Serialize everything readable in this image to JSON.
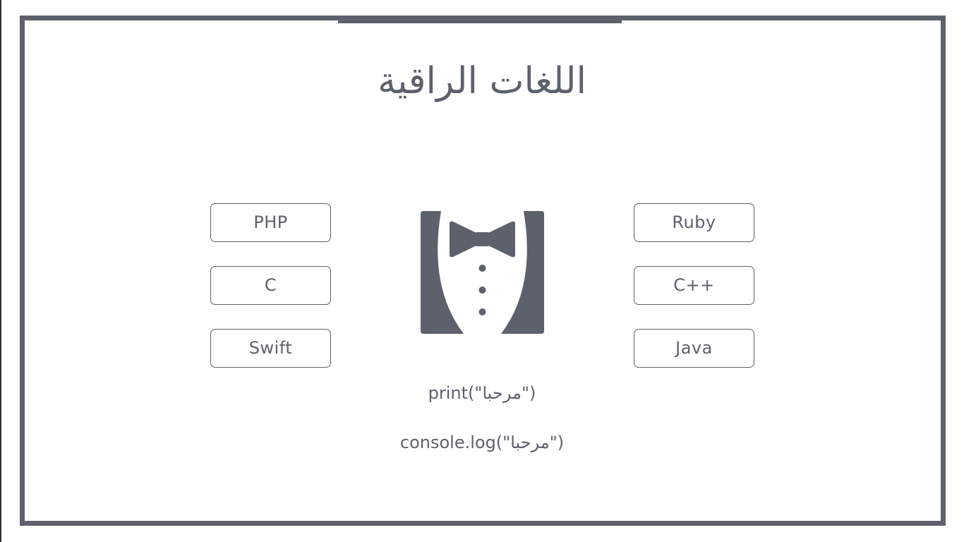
{
  "slide": {
    "title": "اللغات الراقية"
  },
  "languages": {
    "left": [
      "PHP",
      "C",
      "Swift"
    ],
    "right": [
      "Ruby",
      "C++",
      "Java"
    ]
  },
  "code_samples": {
    "print": "print(\"مرحبا\")",
    "console": "console.log(\"مرحبا\")"
  },
  "icons": {
    "center": "tuxedo-bowtie-icon"
  },
  "colors": {
    "accent": "#5c616b",
    "background": "#ffffff"
  }
}
